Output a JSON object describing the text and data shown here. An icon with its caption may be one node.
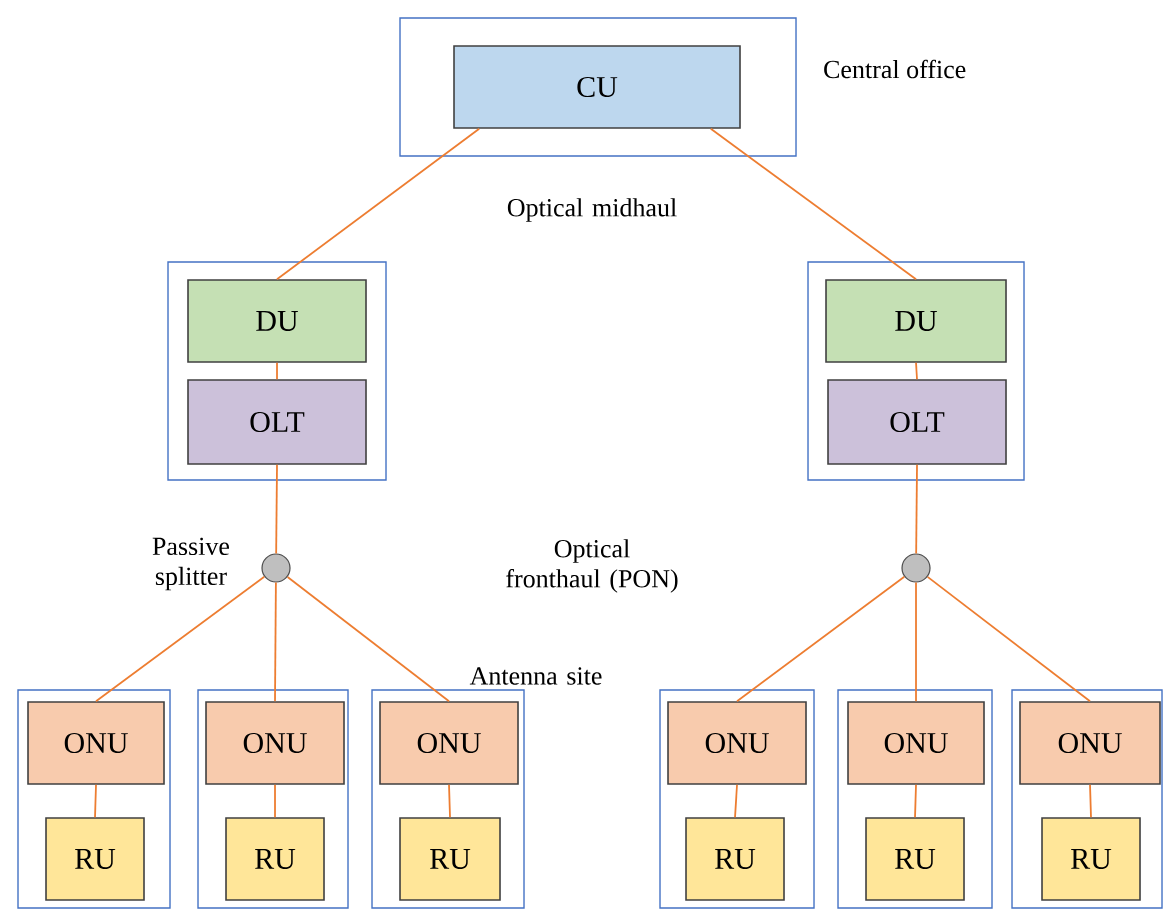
{
  "diagram": {
    "nodes": [
      {
        "text": [
          "Central office"
        ]
      },
      {
        "text": [
          "CU"
        ],
        "in": 0
      },
      {
        "text": [],
        "shape": "box"
      },
      {
        "text": [
          "DU"
        ],
        "in": 2
      },
      {
        "text": [
          "OLT"
        ],
        "in": 2
      },
      {
        "text": [],
        "shape": "box"
      },
      {
        "text": [
          "DU"
        ],
        "in": 5
      },
      {
        "text": [
          "OLT"
        ],
        "in": 5
      },
      {
        "text": [],
        "shape": "circle",
        "beside": [
          "Passive splitter"
        ]
      },
      {
        "text": [],
        "shape": "circle"
      },
      {
        "text": [],
        "shape": "box"
      },
      {
        "text": [
          "ONU"
        ],
        "in": 10
      },
      {
        "text": [
          "RU"
        ],
        "in": 10
      },
      {
        "text": [],
        "shape": "box"
      },
      {
        "text": [
          "ONU"
        ],
        "in": 13
      },
      {
        "text": [
          "RU"
        ],
        "in": 13
      },
      {
        "text": [],
        "shape": "box"
      },
      {
        "text": [
          "ONU"
        ],
        "in": 16
      },
      {
        "text": [
          "RU"
        ],
        "in": 16
      },
      {
        "text": [],
        "shape": "box"
      },
      {
        "text": [
          "ONU"
        ],
        "in": 19
      },
      {
        "text": [
          "RU"
        ],
        "in": 19
      },
      {
        "text": [],
        "shape": "box"
      },
      {
        "text": [
          "ONU"
        ],
        "in": 22
      },
      {
        "text": [
          "RU"
        ],
        "in": 22
      },
      {
        "text": [],
        "shape": "box"
      },
      {
        "text": [
          "ONU"
        ],
        "in": 25
      },
      {
        "text": [
          "RU"
        ],
        "in": 25
      }
    ],
    "edges": [
      {
        "from": 1,
        "to": 3,
        "arrow": "none"
      },
      {
        "from": 1,
        "to": 6,
        "arrow": "none"
      },
      {
        "from": 3,
        "to": 4,
        "arrow": "none"
      },
      {
        "from": 6,
        "to": 7,
        "arrow": "none"
      },
      {
        "from": 4,
        "to": 8,
        "arrow": "none"
      },
      {
        "from": 7,
        "to": 9,
        "arrow": "none"
      },
      {
        "from": 8,
        "to": 11,
        "arrow": "none"
      },
      {
        "from": 8,
        "to": 14,
        "arrow": "none"
      },
      {
        "from": 8,
        "to": 17,
        "arrow": "none"
      },
      {
        "from": 9,
        "to": 20,
        "arrow": "none"
      },
      {
        "from": 9,
        "to": 23,
        "arrow": "none"
      },
      {
        "from": 9,
        "to": 26,
        "arrow": "none"
      },
      {
        "from": 11,
        "to": 12,
        "arrow": "none"
      },
      {
        "from": 14,
        "to": 15,
        "arrow": "none"
      },
      {
        "from": 17,
        "to": 18,
        "arrow": "none"
      },
      {
        "from": 20,
        "to": 21,
        "arrow": "none"
      },
      {
        "from": 23,
        "to": 24,
        "arrow": "none"
      },
      {
        "from": 26,
        "to": 27,
        "arrow": "none"
      }
    ],
    "labels": [
      "Optical midhaul",
      "Optical fronthaul (PON)",
      "Antenna site"
    ]
  }
}
